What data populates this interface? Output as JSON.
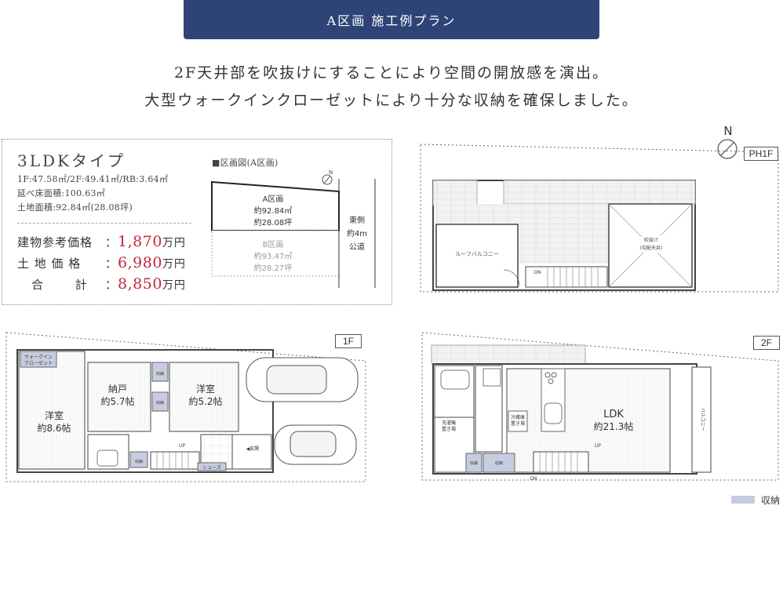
{
  "header": {
    "title": "A区画 施工例プラン"
  },
  "intro": {
    "line1": "2F天井部を吹抜けにすることにより空間の開放感を演出。",
    "line2": "大型ウォークインクローゼットにより十分な収納を確保しました。"
  },
  "plan_info": {
    "type_label": "3LDKタイプ",
    "floor_areas": "1F:47.58㎡/2F:49.41㎡/RB:3.64㎡",
    "total_floor_area": "延べ床面積:100.63㎡",
    "land_area": "土地面積:92.84㎡(28.08坪)",
    "prices": [
      {
        "label": "建物参考価格",
        "value": "1,870",
        "unit": "万円"
      },
      {
        "label": "土 地 価 格",
        "value": "6,980",
        "unit": "万円"
      },
      {
        "label": "合 計",
        "value": "8,850",
        "unit": "万円"
      }
    ]
  },
  "site_plan": {
    "title": "■区画図(A区画)",
    "lot_a": {
      "name": "A区画",
      "sqm": "約92.84㎡",
      "tsubo": "約28.08坪"
    },
    "lot_b": {
      "name": "B区画",
      "sqm": "約93.47㎡",
      "tsubo": "約28.27坪"
    },
    "road_label_1": "東側",
    "road_label_2": "約4m",
    "road_label_3": "公道",
    "north": "N"
  },
  "floor_ph1f": {
    "tag": "PH1F",
    "north": "N",
    "roof_balcony": "ルーフバルコニー",
    "void_label_1": "吹抜け",
    "void_label_2": "(勾配天井)",
    "stair_label": "DN"
  },
  "floor_1f": {
    "tag": "1F",
    "walkin_1": "ウォークイン",
    "walkin_2": "クローゼット",
    "room_west": {
      "name": "洋室",
      "size": "約8.6帖"
    },
    "room_storage": {
      "name": "納戸",
      "size": "約5.7帖"
    },
    "room_east": {
      "name": "洋室",
      "size": "約5.2帖"
    },
    "closet_label": "収納",
    "entrance": "◀玄関",
    "shoes": "シューズ",
    "stair_label": "UP"
  },
  "floor_2f": {
    "tag": "2F",
    "ldk_name": "LDK",
    "ldk_size": "約21.3帖",
    "balcony": "バルコニー",
    "laundry_1": "洗濯機",
    "laundry_2": "置き場",
    "fridge_1": "冷蔵庫",
    "fridge_2": "置き場",
    "closet_label": "収納",
    "stair_up": "UP",
    "stair_dn": "DN"
  },
  "legend": {
    "storage": "収納"
  },
  "colors": {
    "header_bg": "#2f4476",
    "price": "#c0283c",
    "storage": "#c8cce0"
  }
}
